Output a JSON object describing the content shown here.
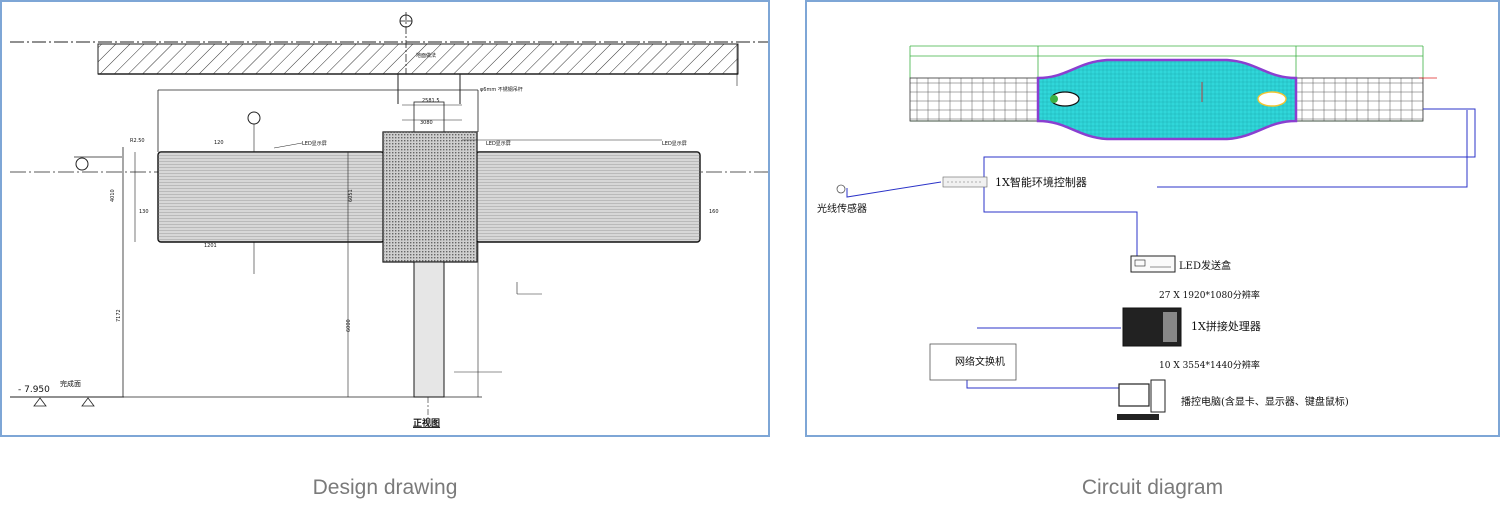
{
  "design": {
    "view_title": "正视图",
    "level_value": "- 7.950",
    "level_label": "完成面",
    "dim_width_top": "2581.5",
    "dim_3080": "3080",
    "dim_6051": "6051",
    "dim_4010": "4010",
    "dim_7172": "7172",
    "dim_6000": "6000",
    "dim_120": "120",
    "dim_130": "130",
    "dim_160": "160",
    "dim_1201": "1201",
    "label_led": "LED显示屏",
    "label_led2": "LED显示屏",
    "label_led3": "LED显示屏",
    "label_r": "R2.50",
    "label_ceiling": "地面做法",
    "caption": "Design drawing"
  },
  "circuit": {
    "controller": "1X智能环境控制器",
    "sensor": "光线传感器",
    "sender": "LED发送盒",
    "sender_res": "27 X 1920*1080分辨率",
    "processor": "1X拼接处理器",
    "processor_res": "10 X 3554*1440分辨率",
    "switch": "网络文换机",
    "pc": "播控电脑(含显卡、显示器、键盘鼠标)",
    "caption": "Circuit diagram"
  },
  "colors": {
    "frame": "#7ea6d6",
    "led_fill": "#30d7da",
    "led_edge": "#8a3fd0",
    "cable": "#2b33c8",
    "cad_line": "#111111"
  }
}
